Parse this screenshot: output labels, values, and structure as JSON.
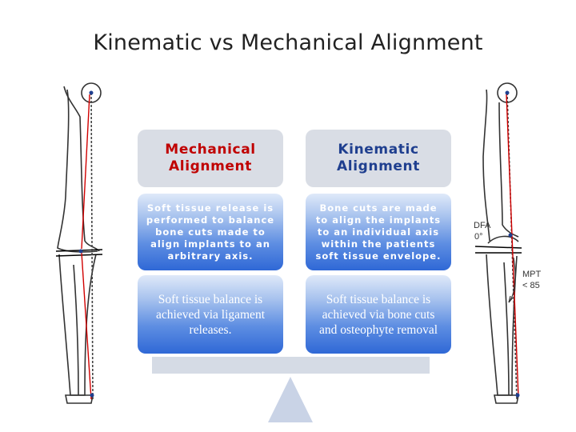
{
  "title": "Kinematic vs Mechanical Alignment",
  "columns": [
    {
      "header": "Mechanical Alignment",
      "header_color": "#c00000",
      "row1": "Soft tissue release is performed to balance bone cuts made to align implants to an arbitrary axis.",
      "row2": "Soft tissue balance is achieved via ligament releases."
    },
    {
      "header": "Kinematic Alignment",
      "header_color": "#1f3f8f",
      "row1": "Bone cuts are made to align the implants to an individual axis within the patients soft tissue envelope.",
      "row2": "Soft tissue balance is achieved via bone cuts and osteophyte removal"
    }
  ],
  "right_figure_labels": [
    "DFA",
    "0°",
    "MPT",
    "< 85"
  ],
  "colors": {
    "header_bg": "#d9dde5",
    "cell_blue": "#2f68d6",
    "beam": "#d5dbe5",
    "mechanical_axis": "#d00000"
  }
}
